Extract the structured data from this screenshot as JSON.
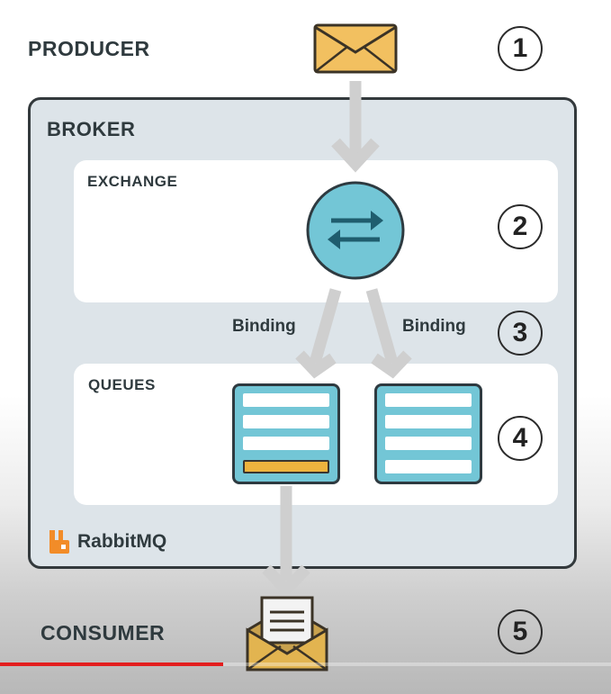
{
  "labels": {
    "producer": "PRODUCER",
    "broker": "BROKER",
    "exchange": "EXCHANGE",
    "queues": "QUEUES",
    "consumer": "CONSUMER",
    "binding_left": "Binding",
    "binding_right": "Binding",
    "brand": "RabbitMQ"
  },
  "steps": [
    "1",
    "2",
    "3",
    "4",
    "5"
  ],
  "icons": {
    "producer": "envelope-icon",
    "exchange": "swap-arrows-icon",
    "consumer": "open-envelope-icon",
    "brand": "rabbitmq-logo-icon"
  },
  "queues": [
    {
      "slots": 4,
      "filled_slot": 4
    },
    {
      "slots": 4,
      "filled_slot": null
    }
  ],
  "colors": {
    "broker_bg": "#dde4e9",
    "exchange_fill": "#73c6d6",
    "queue_fill": "#73c6d6",
    "message_fill": "#eeb33e",
    "arrow": "#cfcfcf",
    "brand_orange": "#f28c28",
    "progress": "#e31e1e"
  },
  "video_progress": 0.365
}
